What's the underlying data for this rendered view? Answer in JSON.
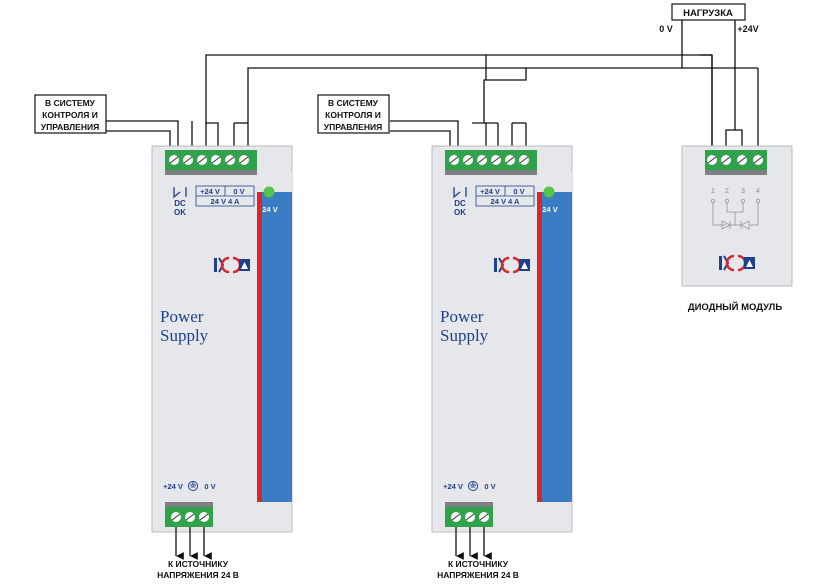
{
  "load": {
    "title": "НАГРУЗКА",
    "left_terminal": "0 V",
    "right_terminal": "+24V"
  },
  "control_label": [
    "В СИСТЕМУ",
    "КОНТРОЛЯ И",
    "УПРАВЛЕНИЯ"
  ],
  "source_label": [
    "К ИСТОЧНИКУ",
    "НАПРЯЖЕНИЯ 24 В"
  ],
  "power_supply": {
    "dc_ok": [
      "DC",
      "OK"
    ],
    "out_plus": "+24 V",
    "out_zero": "0 V",
    "rating": "24 V  4 A",
    "led_label": "24 V",
    "product": [
      "Power",
      "Supply"
    ],
    "in_plus": "+24 V",
    "in_zero": "0 V"
  },
  "diode_module": {
    "caption": "ДИОДНЫЙ МОДУЛЬ",
    "terminal_numbers": [
      "1",
      "2",
      "3",
      "4"
    ]
  },
  "colors": {
    "housing": "#e8e9ec",
    "blue_stripe": "#3b7dc4",
    "red_stripe": "#d8262b",
    "terminal": "#2fa24a",
    "led": "#55c24a",
    "text_blue": "#1f3f8f"
  }
}
